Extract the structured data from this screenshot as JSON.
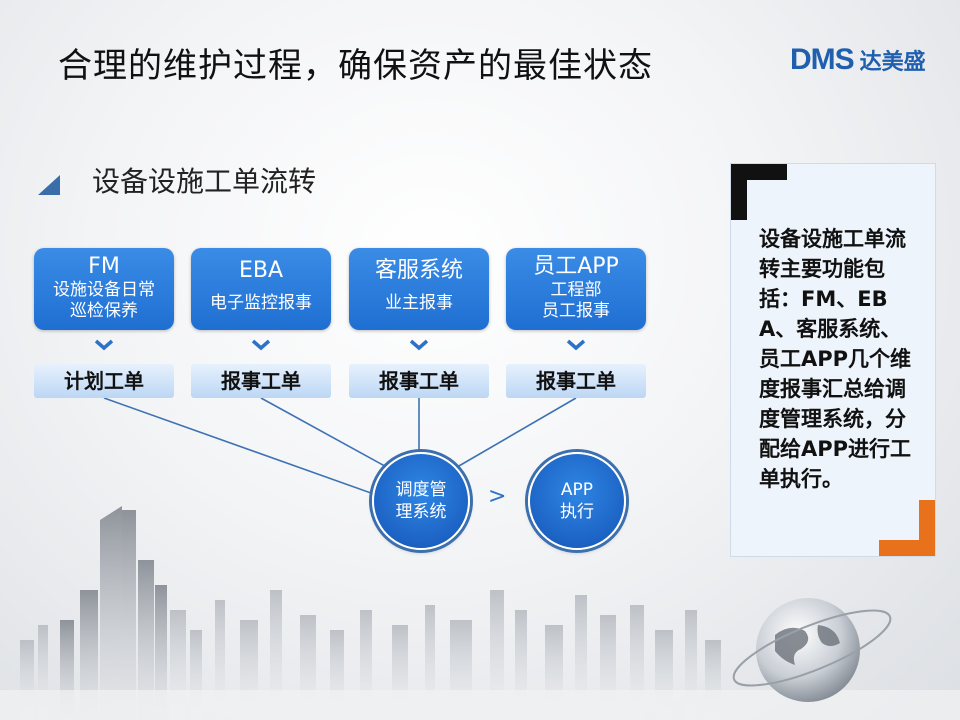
{
  "title": "合理的维护过程，确保资产的最佳状态",
  "logo": {
    "mark": "DMS",
    "cn": "达美盛"
  },
  "section_title": "设备设施工单流转",
  "sources": [
    {
      "head": "FM",
      "sub": [
        "设施设备日常",
        "巡检保养"
      ]
    },
    {
      "head": "EBA",
      "sub": [
        "电子监控报事"
      ]
    },
    {
      "head": "客服系统",
      "sub": [
        "业主报事"
      ]
    },
    {
      "head": "员工APP",
      "sub": [
        "工程部",
        "员工报事"
      ]
    }
  ],
  "tickets": [
    "计划工单",
    "报事工单",
    "报事工单",
    "报事工单"
  ],
  "dispatch": {
    "line1": "调度管",
    "line2": "理系统"
  },
  "arrow": ">",
  "app": {
    "line1": "APP",
    "line2": "执行"
  },
  "panel_text": "设备设施工单流转主要功能包括：FM、EBA、客服系统、员工APP几个维度报事汇总给调度管理系统，分配给APP进行工单执行。",
  "colors": {
    "accent_blue": "#1f6fd2",
    "ticket_light": "#bcd7f4",
    "orange": "#e8721c",
    "dark": "#111111"
  }
}
